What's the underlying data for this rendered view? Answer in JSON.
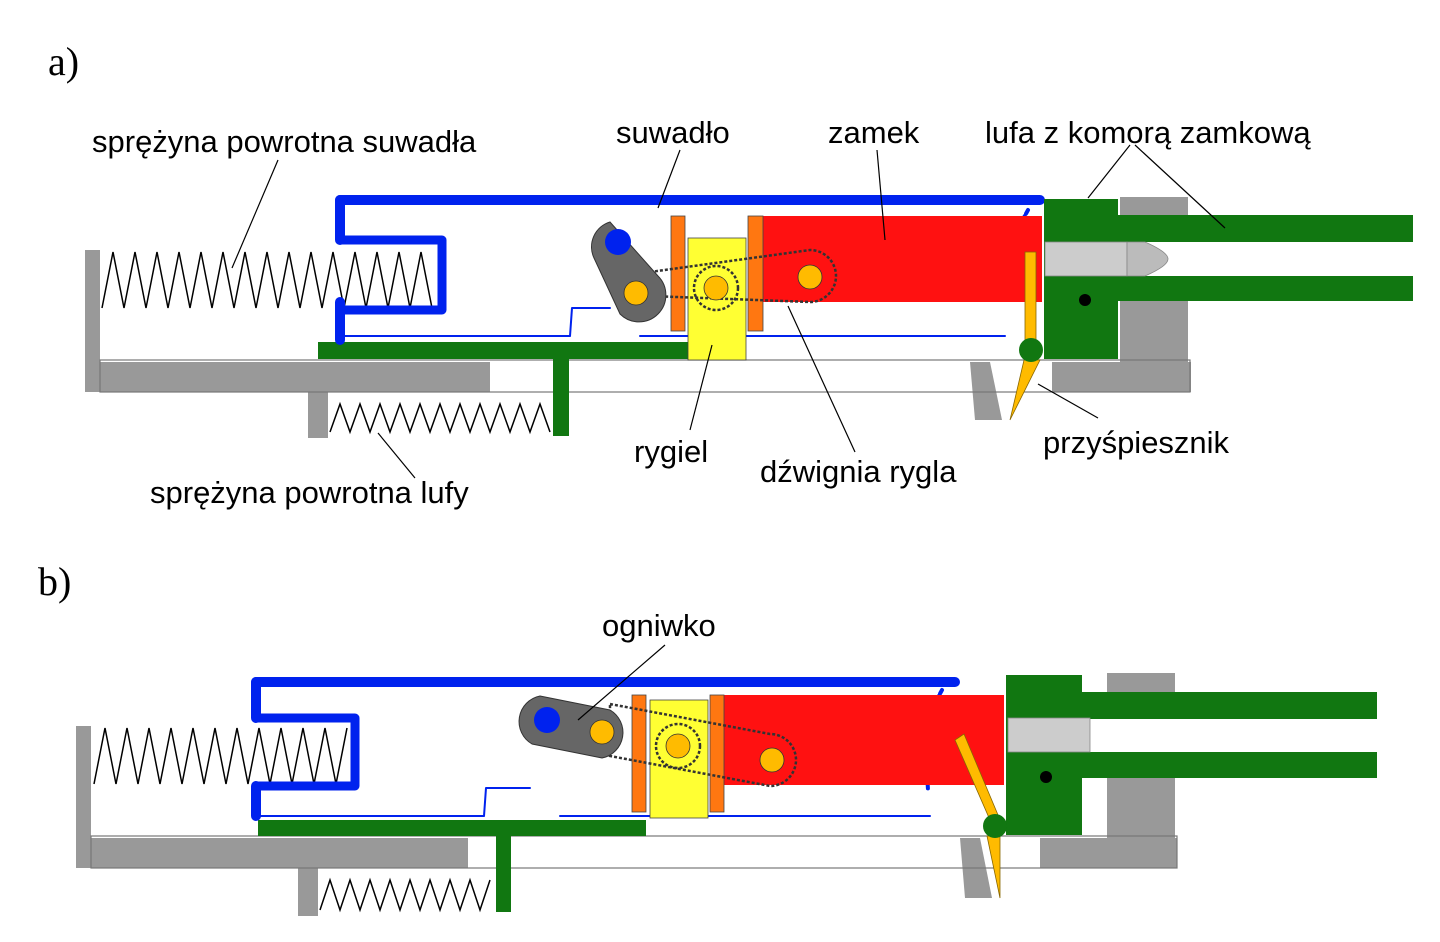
{
  "panels": {
    "a": {
      "letter": "a)",
      "labels": {
        "spring_return_slide": "sprężyna powrotna suwadła",
        "slide": "suwadło",
        "bolt": "zamek",
        "barrel": "lufa z komorą zamkową",
        "locking_piece": "rygiel",
        "lever": "dźwignia rygla",
        "accelerator": "przyśpiesznik",
        "spring_return_barrel": "sprężyna powrotna lufy"
      }
    },
    "b": {
      "letter": "b)",
      "labels": {
        "link": "ogniwko"
      }
    }
  },
  "colors": {
    "slide": "#0022ee",
    "bolt": "#ff1111",
    "barrel": "#117711",
    "locking_piece": "#ffff33",
    "lever_plates": "#ff7711",
    "accelerator": "#ffbb00",
    "receiver": "#999999",
    "link": "#666666",
    "cartridge": "#cccccc"
  }
}
